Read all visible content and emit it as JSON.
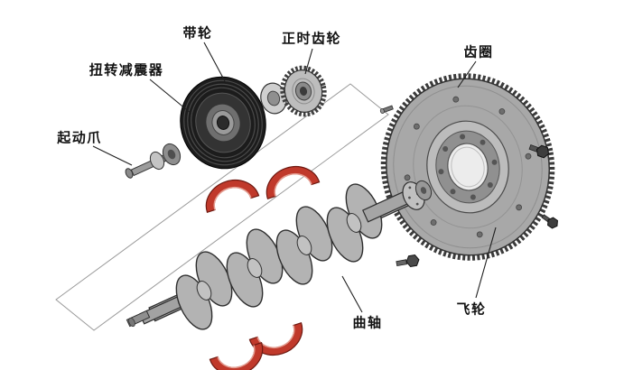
{
  "diagram": {
    "type": "exploded-parts-diagram",
    "labels": {
      "starting_claw": "起动爪",
      "torsional_damper": "扭转减震器",
      "belt_pulley": "带轮",
      "timing_gear": "正时齿轮",
      "ring_gear": "齿圈",
      "crankshaft": "曲轴",
      "flywheel": "飞轮"
    },
    "colors": {
      "bearing_shell_red": "#c0392b",
      "line": "#1f1f1f",
      "background": "#ffffff"
    }
  }
}
